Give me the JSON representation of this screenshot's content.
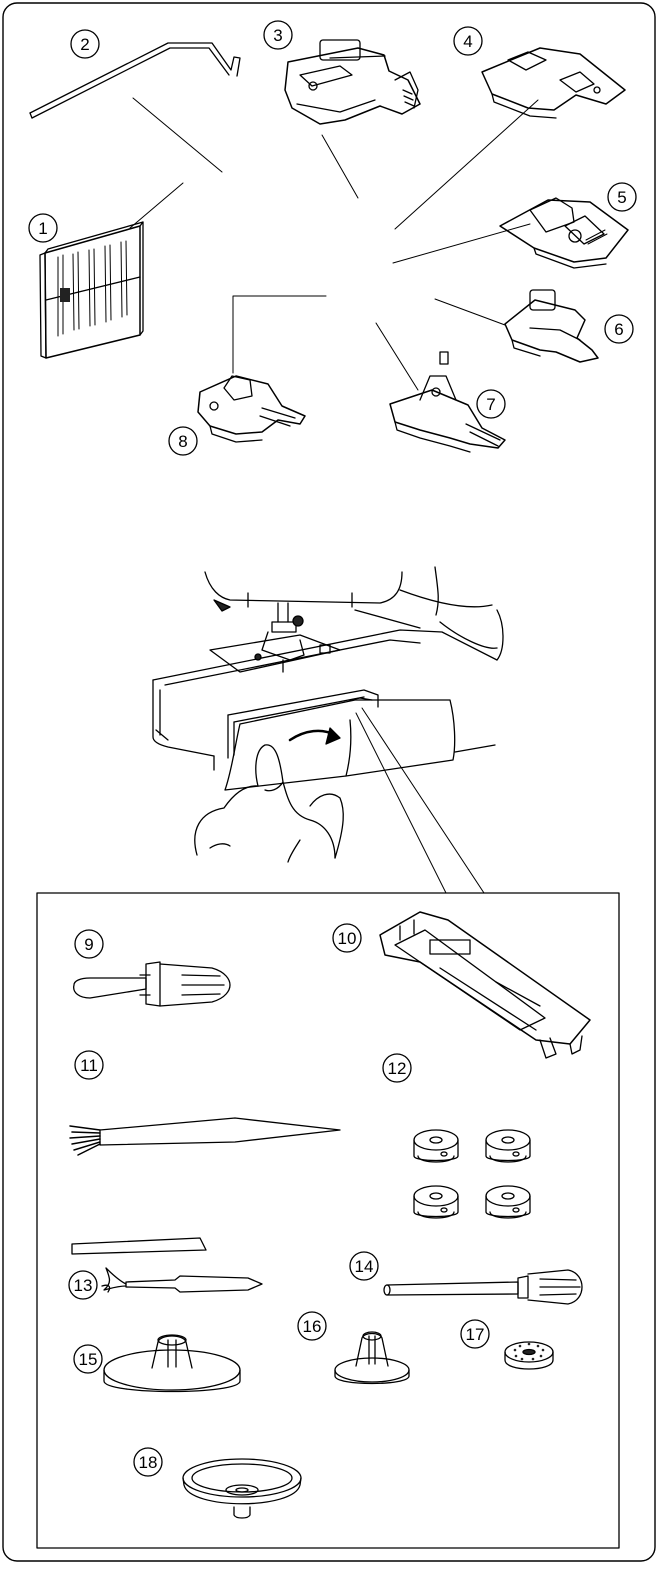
{
  "callouts": {
    "n1": "1",
    "n2": "2",
    "n3": "3",
    "n4": "4",
    "n5": "5",
    "n6": "6",
    "n7": "7",
    "n8": "8",
    "n9": "9",
    "n10": "10",
    "n11": "11",
    "n12": "12",
    "n13": "13",
    "n14": "14",
    "n15": "15",
    "n16": "16",
    "n17": "17",
    "n18": "18"
  },
  "colors": {
    "ink": "#000000",
    "paper": "#ffffff",
    "shade": "#222222"
  }
}
